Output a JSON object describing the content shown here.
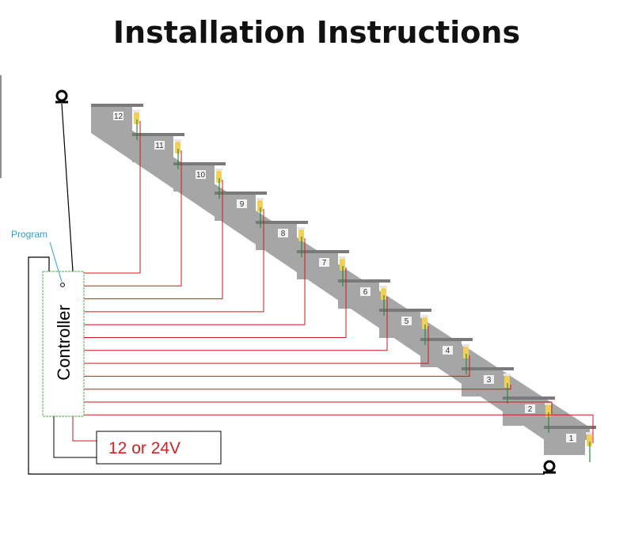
{
  "title": "Installation Instructions",
  "program_label": "Program",
  "controller_label": "Controller",
  "power_label": "12 or 24V",
  "steps": [
    "1",
    "2",
    "3",
    "4",
    "5",
    "6",
    "7",
    "8",
    "9",
    "10",
    "11",
    "12"
  ],
  "colors": {
    "wire_red": "#cc1a1a",
    "wire_green": "#2a8a3a",
    "stair": "#a6a6a6",
    "stair_edge": "#8a8a8a",
    "led": "#f3cf55",
    "program_text": "#2a9fd6",
    "power_text": "#d42020",
    "controller_border": "#4caf50"
  },
  "icons": {
    "sensor_top": "motion-sensor-icon",
    "sensor_bottom": "motion-sensor-icon"
  }
}
